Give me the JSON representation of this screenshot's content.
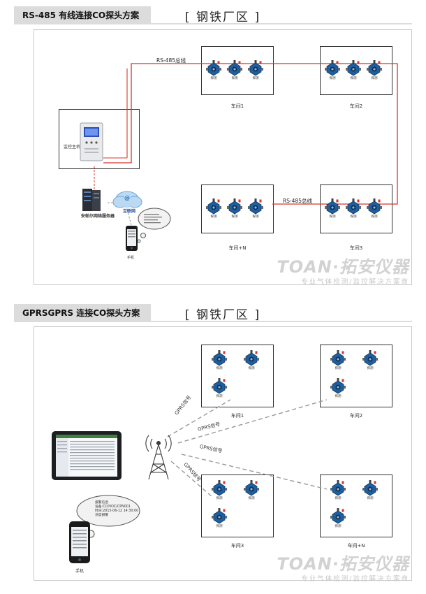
{
  "section1": {
    "tab_title": "RS-485 有线连接CO探头方案",
    "heading": "[ 钢铁厂区 ]",
    "bus_label_top": "RS-485总线",
    "bus_label_bottom": "RS-485总线",
    "host_label": "监控主机",
    "server_label": "安帕尔网络服务器",
    "internet_label": "互联网",
    "internet_symbol": "@",
    "phone_label": "手机",
    "detector_label": "探测",
    "rooms": [
      "车间1",
      "车间2",
      "车间+N",
      "车间3"
    ]
  },
  "section2": {
    "tab_title": "GPRSGPRS 连接CO探头方案",
    "heading": "[ 钢铁厂区 ]",
    "gprs_labels": [
      "GPRS信号",
      "GPRS信号",
      "GPRS信号",
      "GPRS信号"
    ],
    "phone_label": "手机",
    "detector_label": "探测",
    "rooms": [
      "车间1",
      "车间2",
      "车间3",
      "车间+N"
    ],
    "bubble_lines": [
      "报警信息",
      "设备:CO/VOC/CPN001",
      "时间:2015-06-12 14:30:00",
      "浓度报警"
    ]
  },
  "watermark": {
    "brand": "TOAN·拓安仪器",
    "tagline": "专业气体检测/监控解决方案商"
  },
  "colors": {
    "bus_line": "#d9342b",
    "dashed_link": "#999999",
    "detector_blue": "#1f5f9e",
    "alarm_red": "#d9342b",
    "tab_bg": "#dcdcdc"
  }
}
